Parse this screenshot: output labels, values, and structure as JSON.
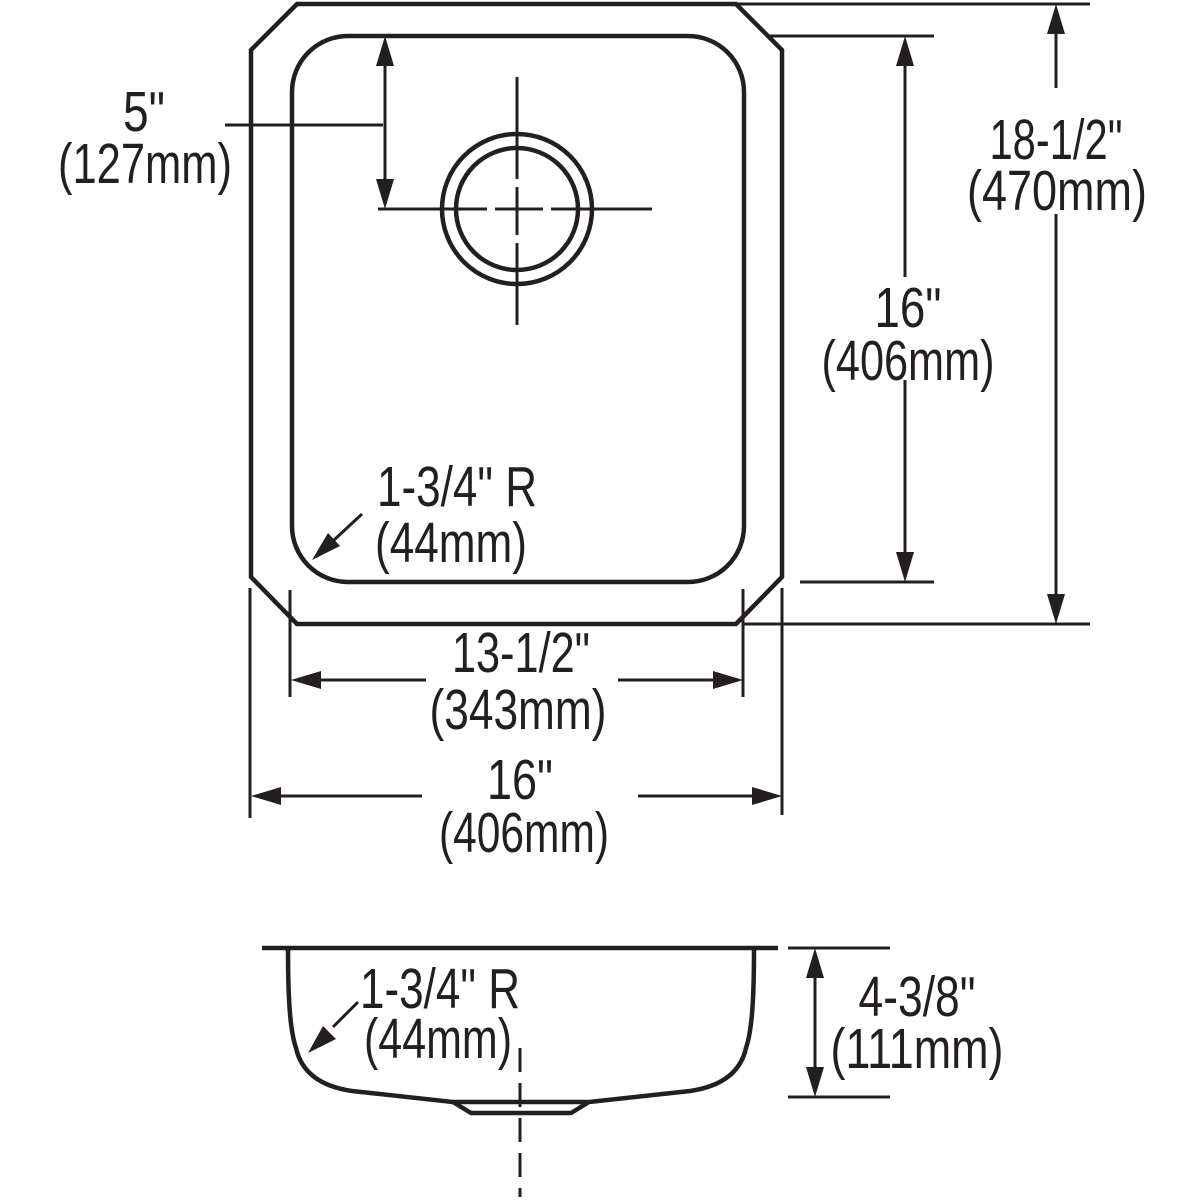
{
  "page": {
    "background": "#ffffff",
    "line_color": "#231f20"
  },
  "top_view": {
    "drain_offset": {
      "imperial": "5\"",
      "metric": "(127mm)"
    },
    "overall_length": {
      "imperial": "18-1/2\"",
      "metric": "(470mm)"
    },
    "bowl_length": {
      "imperial": "16\"",
      "metric": "(406mm)"
    },
    "bowl_width": {
      "imperial": "13-1/2\"",
      "metric": "(343mm)"
    },
    "overall_width": {
      "imperial": "16\"",
      "metric": "(406mm)"
    },
    "corner_radius": {
      "imperial": "1-3/4\" R",
      "metric": "(44mm)"
    }
  },
  "side_view": {
    "corner_radius": {
      "imperial": "1-3/4\" R",
      "metric": "(44mm)"
    },
    "bowl_depth": {
      "imperial": "4-3/8\"",
      "metric": "(111mm)"
    }
  }
}
